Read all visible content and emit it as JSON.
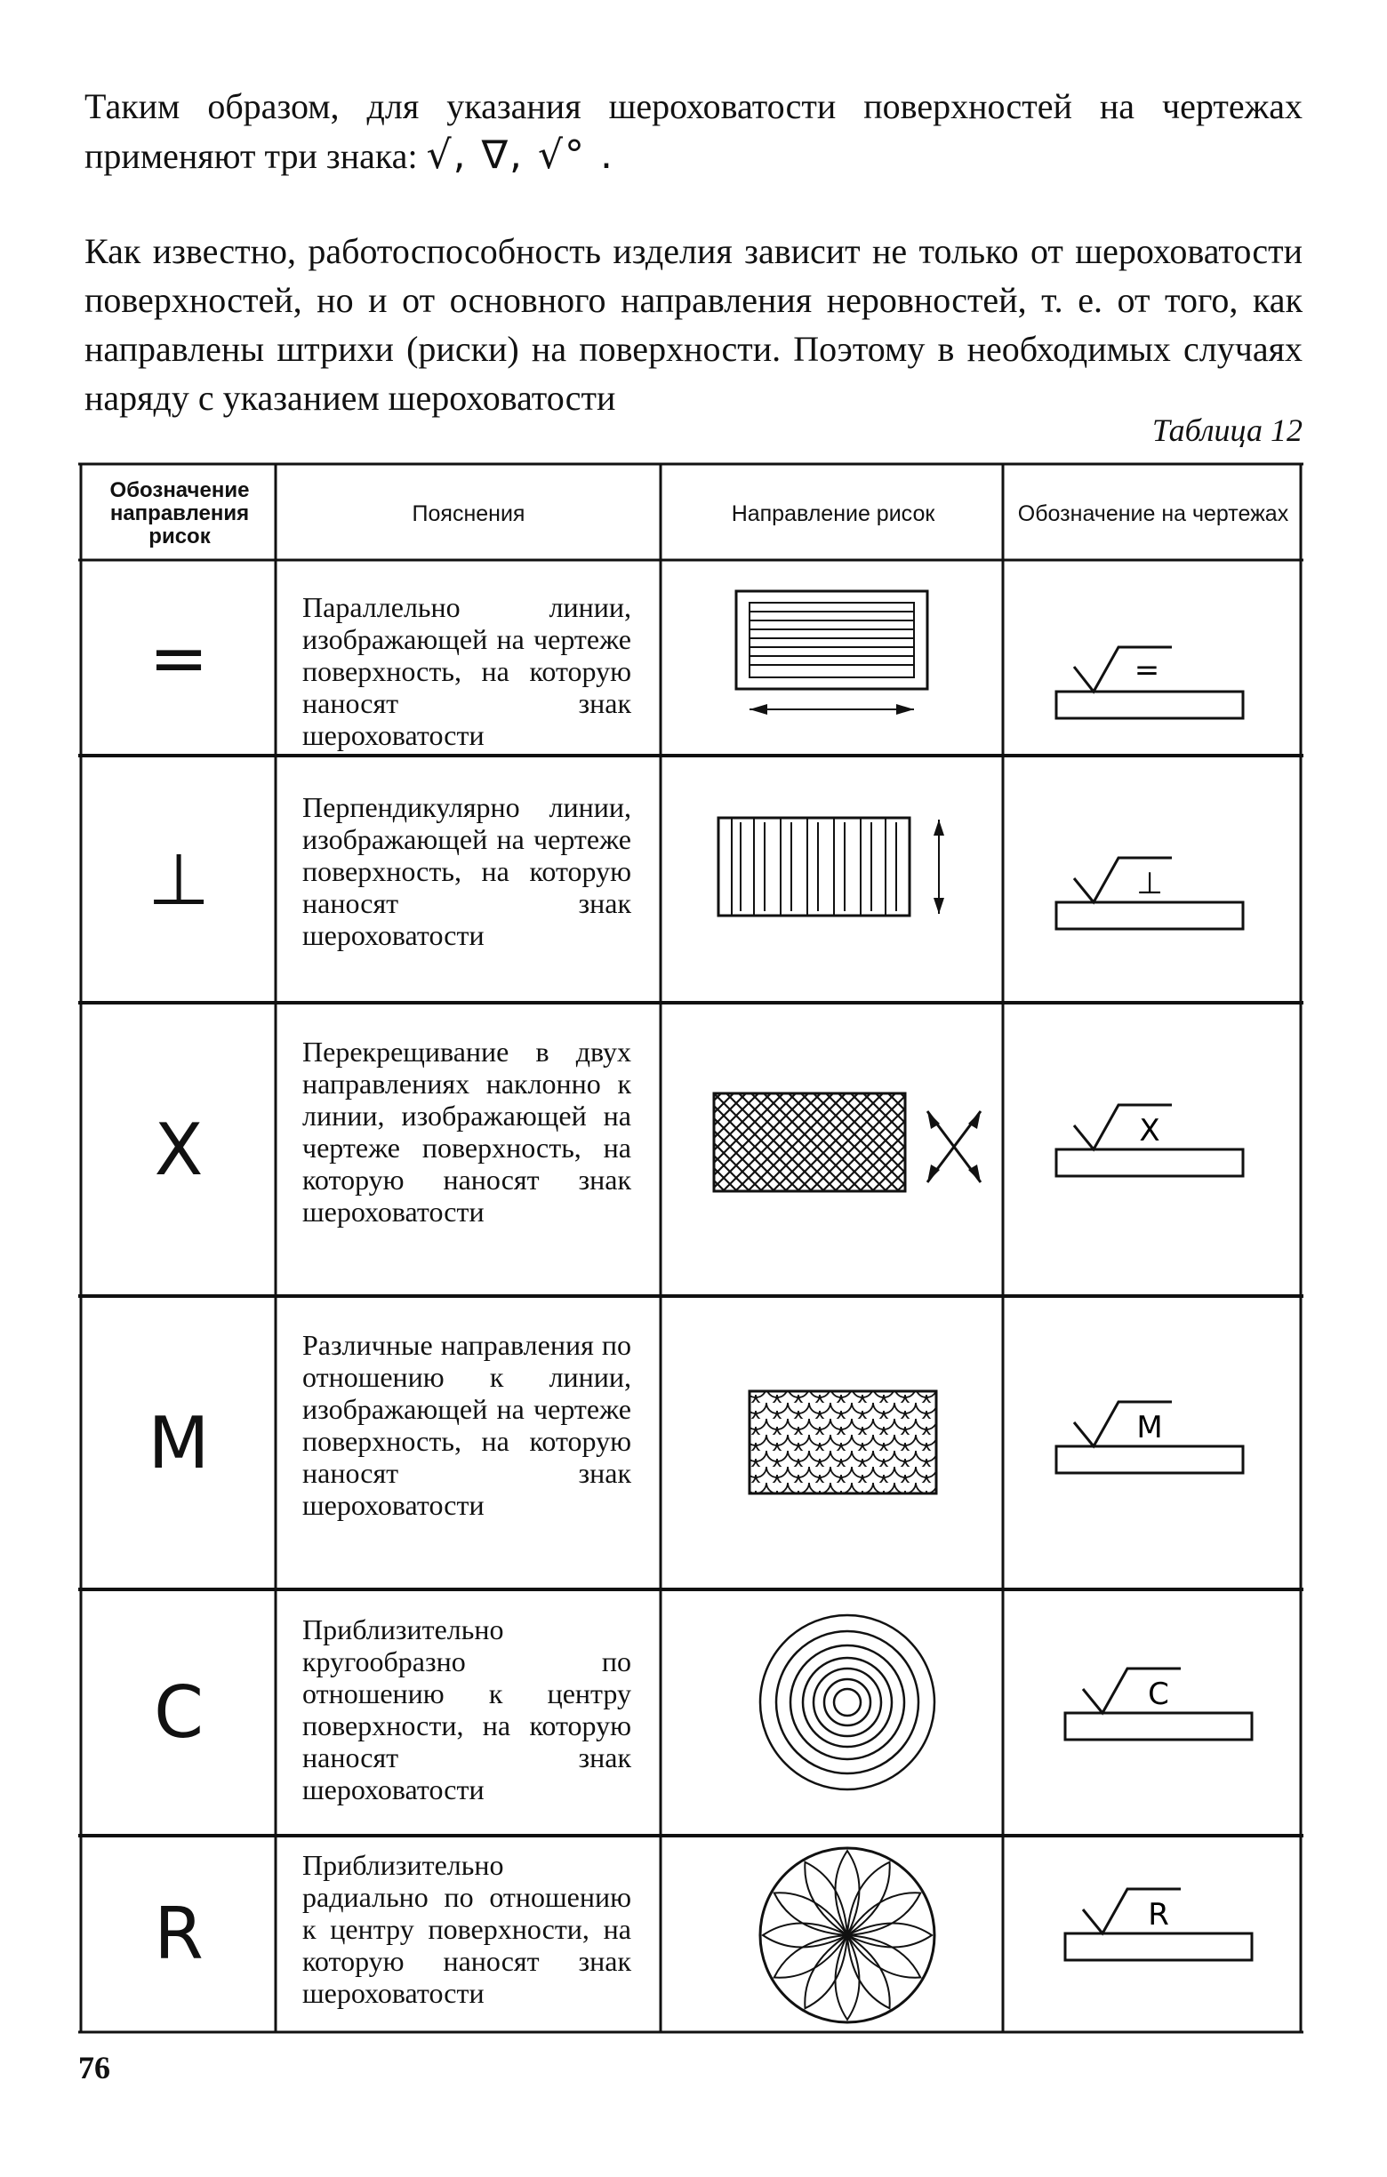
{
  "intro": {
    "text": "Таким образом, для указания шероховатости поверхностей на чертежах применяют три знака:",
    "symbols": "√, ∇, √° ."
  },
  "paragraph2": "Как известно, работоспособность изделия зависит не только от шероховатости поверхностей, но и от основного направления неровностей, т. е. от того, как направлены штрихи (риски) на поверхности. Поэтому в необходимых случаях наряду с указанием шероховатости",
  "table": {
    "caption": "Таблица 12",
    "headers": [
      "Обозначение направления рисок",
      "Пояснения",
      "Направление рисок",
      "Обозначение на чертежах"
    ],
    "rows": [
      {
        "code": "=",
        "description": "Параллельно линии, изображающей на чертеже поверхность, на которую наносят знак шероховатости",
        "pattern_icon": "parallel-lines-pattern",
        "mark": "="
      },
      {
        "code": "⊥",
        "description": "Перпендикулярно линии, изображающей на чертеже поверхность, на которую наносят знак шероховатости",
        "pattern_icon": "perpendicular-lines-pattern",
        "mark": "⊥"
      },
      {
        "code": "X",
        "description": "Перекрещивание в двух направлениях наклонно к линии, изображающей на чертеже поверхность, на которую наносят знак шероховатости",
        "pattern_icon": "crosshatch-pattern",
        "mark": "X"
      },
      {
        "code": "M",
        "description": "Различные направления по отношению к линии, изображающей на чертеже поверхность, на которую наносят знак шероховатости",
        "pattern_icon": "scale-pattern",
        "mark": "M"
      },
      {
        "code": "C",
        "description": "Приблизительно кругообразно по отношению к центру поверхности, на которую наносят знак шероховатости",
        "pattern_icon": "concentric-circles-pattern",
        "mark": "C"
      },
      {
        "code": "R",
        "description": "Приблизительно радиально по отношению к центру поверхности, на которую наносят знак шероховатости",
        "pattern_icon": "radial-rosette-pattern",
        "mark": "R"
      }
    ]
  },
  "page_number": "76"
}
